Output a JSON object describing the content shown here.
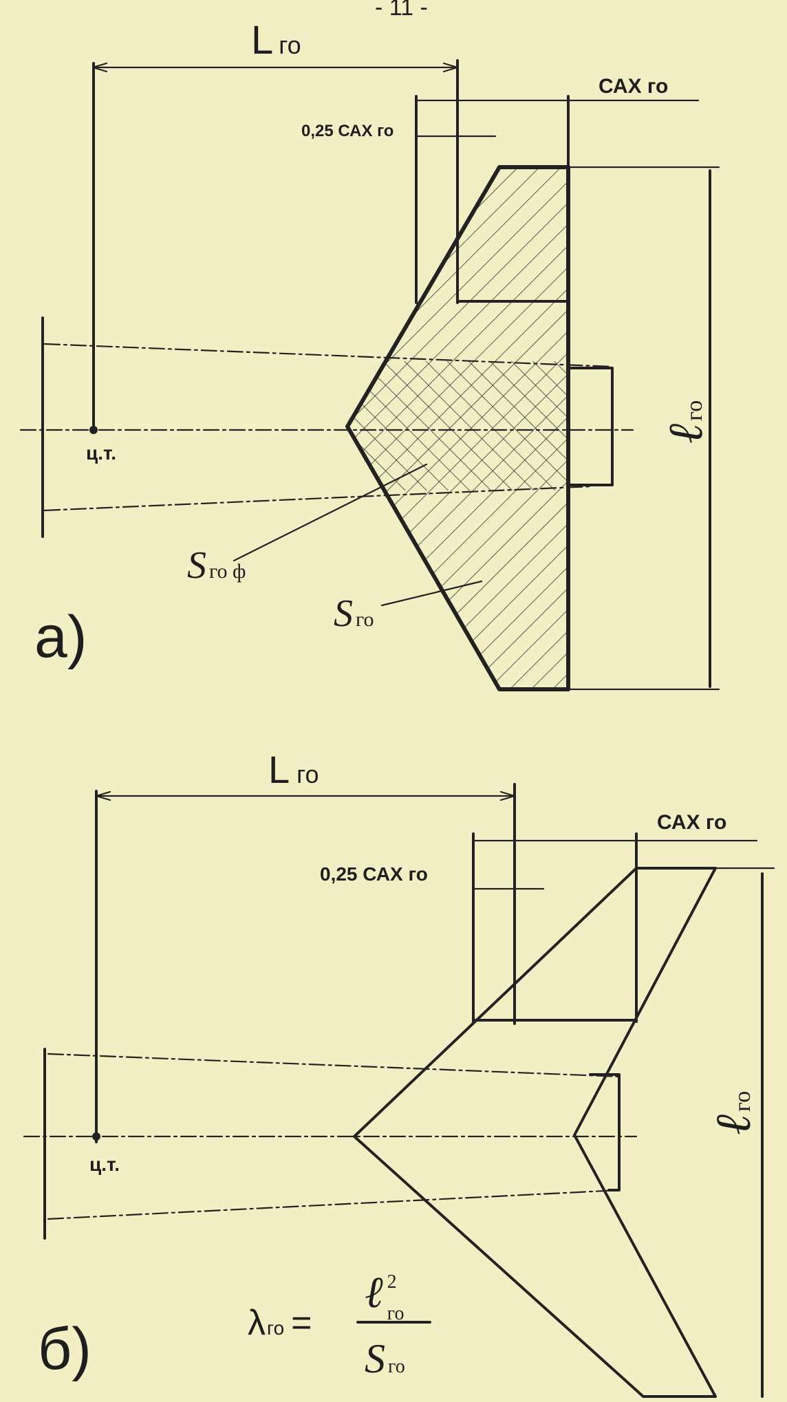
{
  "page_number": "- 11 -",
  "figure_a": {
    "panel_label": "а)",
    "length_label": "L",
    "length_sub": "го",
    "mac_label": "САХ го",
    "quarter_mac_label": "0,25 САХ го",
    "span_label": "ℓ",
    "span_sub": "го",
    "cg_label": "ц.т.",
    "area_fuselage_label": "S",
    "area_fuselage_sub": "го ф",
    "area_label": "S",
    "area_sub": "го"
  },
  "figure_b": {
    "panel_label": "б)",
    "length_label": "L",
    "length_sub": "го",
    "mac_label": "САХ го",
    "quarter_mac_label": "0,25 САХ го",
    "span_label": "ℓ",
    "span_sub": "го",
    "cg_label": "ц.т.",
    "formula_lambda": "λ",
    "formula_lambda_sub": "го",
    "formula_eq": "=",
    "formula_num": "ℓ",
    "formula_num_sup": "2",
    "formula_num_sub": "го",
    "formula_den": "S",
    "formula_den_sub": "го"
  }
}
